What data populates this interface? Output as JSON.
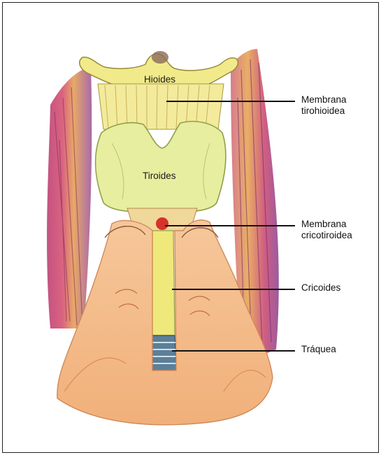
{
  "figure": {
    "labels": {
      "hioides": "Hioides",
      "tiroides": "Tiroides",
      "membrana_tirohioidea_1": "Membrana",
      "membrana_tirohioidea_2": "tirohioidea",
      "membrana_cricotiroidea_1": "Membrana",
      "membrana_cricotiroidea_2": "cricotiroidea",
      "cricoides": "Cricoides",
      "traquea": "Tráquea"
    },
    "colors": {
      "bone": "#f1ea8a",
      "cartilage": "#e8eea2",
      "muscle_red": "#c8426a",
      "muscle_purple": "#8b3d8f",
      "muscle_orange": "#e6a04a",
      "skin": "#f3b98a",
      "skin_shadow": "#e08a55",
      "membrane_red": "#d6322a",
      "trachea_blue": "#3f5f7a"
    }
  }
}
